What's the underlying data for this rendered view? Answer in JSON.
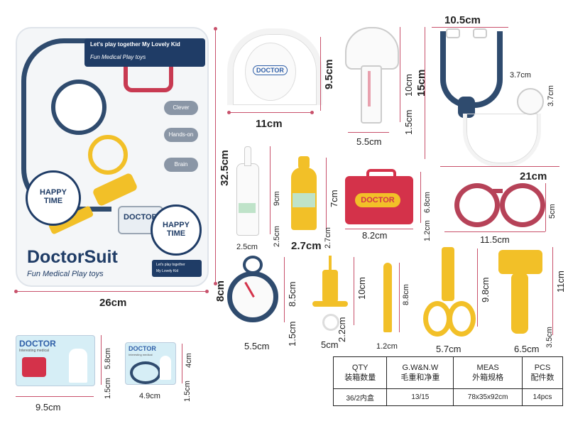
{
  "colors": {
    "accent": "#c8516b",
    "navy": "#1f3c66",
    "yellow": "#f2c028",
    "red": "#d4324a",
    "white": "#ffffff"
  },
  "package": {
    "header_line1": "Let's play together My Lovely Kid",
    "header_line2": "Fun Medical Play toys",
    "brand_title": "DoctorSuit",
    "brand_subtitle": "Fun Medical Play toys",
    "bubble_left": "HAPPY TIME",
    "bubble_right": "HAPPY TIME",
    "side_buttons": [
      "Clever",
      "Hands-on",
      "Brain"
    ],
    "inner_banner_line1": "Let's play together",
    "inner_banner_line2": "My Lovely Kid",
    "back_label": "DOCTOR",
    "width": "26cm",
    "height": "32.5cm",
    "depth": "8cm"
  },
  "items": {
    "headlamp": {
      "label": "DOCTOR",
      "width": "11cm",
      "height": "9.5cm"
    },
    "thermometer_dial": {
      "width": "5.5cm",
      "height": "10cm",
      "depth": "1.5cm"
    },
    "stethoscope": {
      "width": "10.5cm",
      "height": "15cm",
      "length": "21cm",
      "chest_w": "3.7cm",
      "chest_h": "3.7cm"
    },
    "bottle_white": {
      "width": "2.5cm",
      "height": "9cm",
      "depth": "2.5cm"
    },
    "bottle_yellow": {
      "width": "2.7cm",
      "height": "7cm",
      "depth": "2.7cm"
    },
    "medical_case": {
      "label": "DOCTOR",
      "width": "8.2cm",
      "height": "6.8cm",
      "depth": "1.2cm"
    },
    "glasses": {
      "width": "11.5cm",
      "height": "5cm"
    },
    "stopwatch": {
      "width": "5.5cm",
      "height": "8.5cm",
      "depth": "1.5cm"
    },
    "syringe": {
      "width": "5cm",
      "height": "10cm",
      "depth": "2.2cm"
    },
    "tweezers": {
      "width": "1.2cm",
      "height": "8.8cm"
    },
    "scissors": {
      "width": "5.7cm",
      "height": "9.8cm"
    },
    "hammer": {
      "width": "6.5cm",
      "height": "11cm",
      "depth": "3.5cm"
    },
    "card_large": {
      "title": "DOCTOR",
      "subtitle": "Interesting medical",
      "width": "9.5cm",
      "height": "5.8cm",
      "depth": "1.5cm"
    },
    "card_small": {
      "title": "DOCTOR",
      "subtitle": "Interesting medical",
      "width": "4.9cm",
      "height": "4cm",
      "depth": "1.5cm"
    }
  },
  "spec_table": {
    "headers": [
      "QTY\n装箱数量",
      "G.W&N.W\n毛重和净重",
      "MEAS\n外箱规格",
      "PCS\n配件数"
    ],
    "header_en": [
      "QTY",
      "G.W&N.W",
      "MEAS",
      "PCS"
    ],
    "header_cn": [
      "装箱数量",
      "毛重和净重",
      "外箱规格",
      "配件数"
    ],
    "values": [
      "36/2内盒",
      "13/15",
      "78x35x92cm",
      "14pcs"
    ]
  }
}
